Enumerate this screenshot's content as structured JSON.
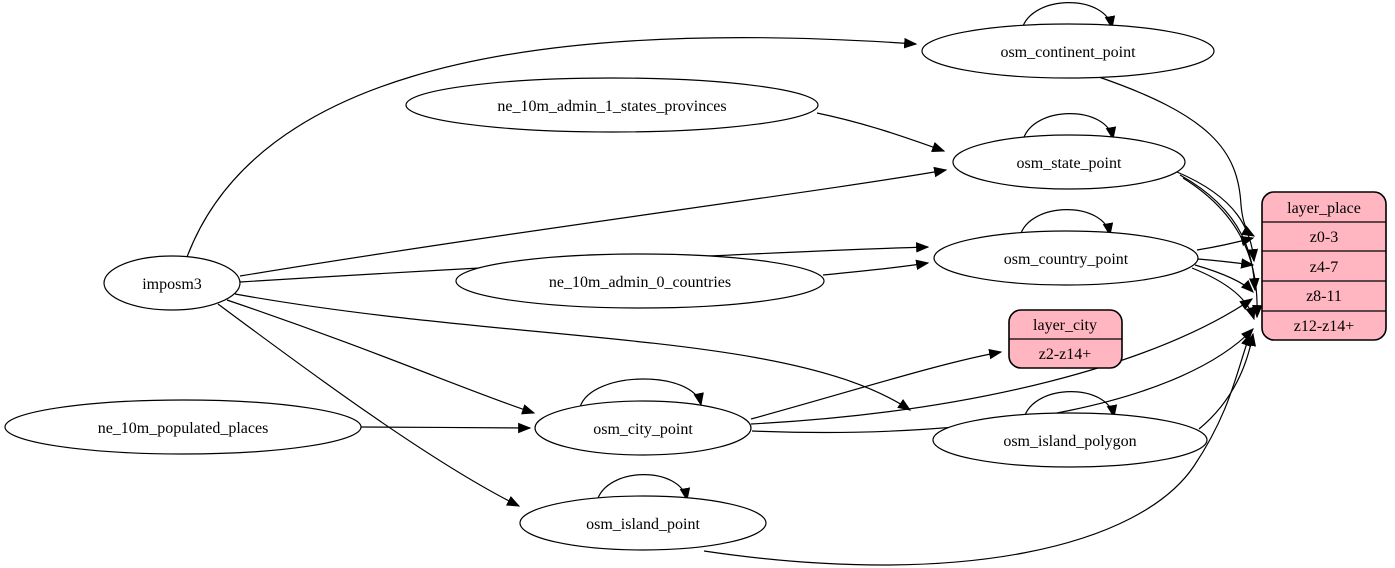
{
  "diagram": {
    "kind": "etl-dependency-graph",
    "colors": {
      "background": "#ffffff",
      "edge": "#000000",
      "table_fill": "#ffffff",
      "record_fill": "#ffb6c1",
      "stroke": "#000000"
    },
    "nodes": {
      "imposm3": {
        "label": "imposm3"
      },
      "ne_10m_admin_1_states_provinces": {
        "label": "ne_10m_admin_1_states_provinces"
      },
      "ne_10m_admin_0_countries": {
        "label": "ne_10m_admin_0_countries"
      },
      "ne_10m_populated_places": {
        "label": "ne_10m_populated_places"
      },
      "osm_continent_point": {
        "label": "osm_continent_point"
      },
      "osm_state_point": {
        "label": "osm_state_point"
      },
      "osm_country_point": {
        "label": "osm_country_point"
      },
      "osm_city_point": {
        "label": "osm_city_point"
      },
      "osm_island_polygon": {
        "label": "osm_island_polygon"
      },
      "osm_island_point": {
        "label": "osm_island_point"
      },
      "layer_city": {
        "title": "layer_city",
        "rows": [
          "z2-z14+"
        ]
      },
      "layer_place": {
        "title": "layer_place",
        "rows": [
          "z0-3",
          "z4-7",
          "z8-11",
          "z12-z14+"
        ]
      }
    },
    "edges": [
      {
        "from": "imposm3",
        "to": "osm_continent_point"
      },
      {
        "from": "imposm3",
        "to": "osm_state_point"
      },
      {
        "from": "imposm3",
        "to": "osm_country_point"
      },
      {
        "from": "imposm3",
        "to": "osm_city_point"
      },
      {
        "from": "imposm3",
        "to": "osm_island_polygon"
      },
      {
        "from": "imposm3",
        "to": "osm_island_point"
      },
      {
        "from": "ne_10m_admin_1_states_provinces",
        "to": "osm_state_point"
      },
      {
        "from": "ne_10m_admin_0_countries",
        "to": "osm_country_point"
      },
      {
        "from": "ne_10m_populated_places",
        "to": "osm_city_point"
      },
      {
        "from": "osm_continent_point",
        "to": "osm_continent_point"
      },
      {
        "from": "osm_state_point",
        "to": "osm_state_point"
      },
      {
        "from": "osm_country_point",
        "to": "osm_country_point"
      },
      {
        "from": "osm_city_point",
        "to": "osm_city_point"
      },
      {
        "from": "osm_island_polygon",
        "to": "osm_island_polygon"
      },
      {
        "from": "osm_island_point",
        "to": "osm_island_point"
      },
      {
        "from": "osm_continent_point",
        "to": "layer_place:z0-3"
      },
      {
        "from": "osm_country_point",
        "to": "layer_place:z0-3"
      },
      {
        "from": "osm_state_point",
        "to": "layer_place:z4-7"
      },
      {
        "from": "osm_country_point",
        "to": "layer_place:z4-7"
      },
      {
        "from": "osm_state_point",
        "to": "layer_place:z8-11"
      },
      {
        "from": "osm_country_point",
        "to": "layer_place:z8-11"
      },
      {
        "from": "osm_city_point",
        "to": "layer_place:z8-11"
      },
      {
        "from": "osm_state_point",
        "to": "layer_place:z12-z14+"
      },
      {
        "from": "osm_country_point",
        "to": "layer_place:z12-z14+"
      },
      {
        "from": "osm_city_point",
        "to": "layer_place:z12-z14+"
      },
      {
        "from": "osm_island_polygon",
        "to": "layer_place:z12-z14+"
      },
      {
        "from": "osm_island_point",
        "to": "layer_place:z12-z14+"
      },
      {
        "from": "osm_city_point",
        "to": "layer_city:z2-z14+"
      }
    ]
  }
}
